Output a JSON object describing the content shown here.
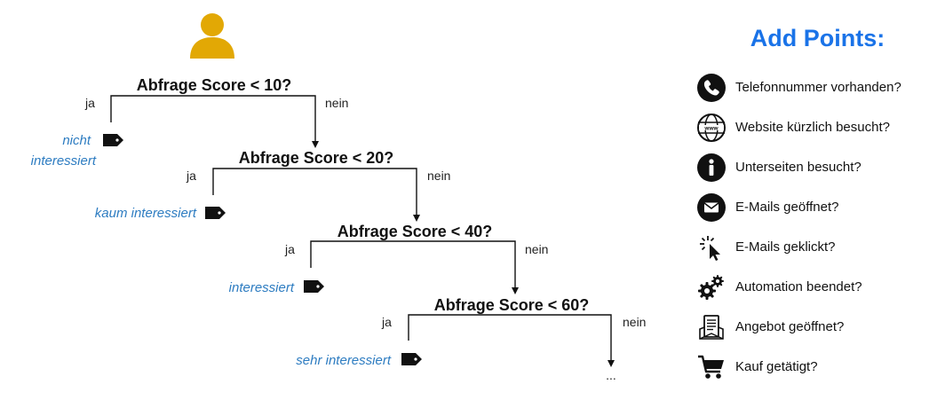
{
  "colors": {
    "accent": "#1a73e8",
    "person": "#e2a805",
    "outcome_text": "#2d7cc1",
    "dark": "#111111"
  },
  "tree": {
    "questions": [
      "Abfrage Score < 10?",
      "Abfrage Score < 20?",
      "Abfrage Score < 40?",
      "Abfrage Score < 60?"
    ],
    "yes_label": "ja",
    "no_label": "nein",
    "outcomes": [
      {
        "line1": "nicht",
        "line2": "interessiert"
      },
      {
        "line1": "kaum interessiert"
      },
      {
        "line1": "interessiert"
      },
      {
        "line1": "sehr interessiert"
      }
    ],
    "continuation": "..."
  },
  "panel": {
    "title": "Add Points:",
    "items": [
      {
        "icon": "phone-icon",
        "label": "Telefonnummer vorhanden?"
      },
      {
        "icon": "globe-icon",
        "label": "Website kürzlich besucht?"
      },
      {
        "icon": "info-icon",
        "label": "Unterseiten besucht?"
      },
      {
        "icon": "mail-icon",
        "label": "E-Mails geöffnet?"
      },
      {
        "icon": "cursor-click-icon",
        "label": "E-Mails geklickt?"
      },
      {
        "icon": "gears-icon",
        "label": "Automation beendet?"
      },
      {
        "icon": "document-icon",
        "label": "Angebot geöffnet?"
      },
      {
        "icon": "shopping-cart-icon",
        "label": "Kauf getätigt?"
      }
    ]
  }
}
